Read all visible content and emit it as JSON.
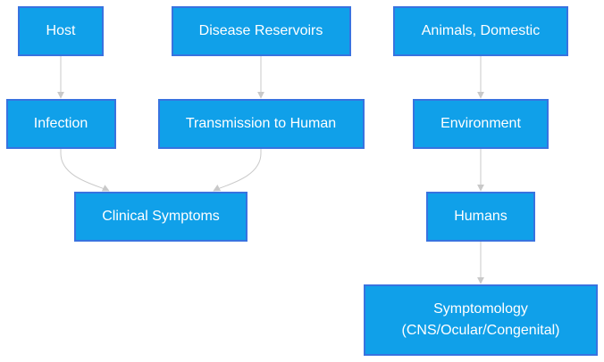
{
  "nodes": {
    "host": "Host",
    "disease_reservoirs": "Disease Reservoirs",
    "animals_domestic": "Animals, Domestic",
    "infection": "Infection",
    "transmission_to_human": "Transmission to Human",
    "environment": "Environment",
    "clinical_symptoms": "Clinical Symptoms",
    "humans": "Humans",
    "symptomology": [
      "Symptomology",
      "(CNS/Ocular/Congenital)"
    ]
  },
  "edges": [
    {
      "from": "host",
      "to": "infection"
    },
    {
      "from": "disease_reservoirs",
      "to": "transmission_to_human"
    },
    {
      "from": "animals_domestic",
      "to": "environment"
    },
    {
      "from": "infection",
      "to": "clinical_symptoms"
    },
    {
      "from": "transmission_to_human",
      "to": "clinical_symptoms"
    },
    {
      "from": "environment",
      "to": "humans"
    },
    {
      "from": "humans",
      "to": "symptomology"
    }
  ],
  "colors": {
    "node_fill": "#10a0e9",
    "node_border": "#3873e0",
    "node_text": "#ffffff",
    "edge": "#c9c9c9"
  }
}
